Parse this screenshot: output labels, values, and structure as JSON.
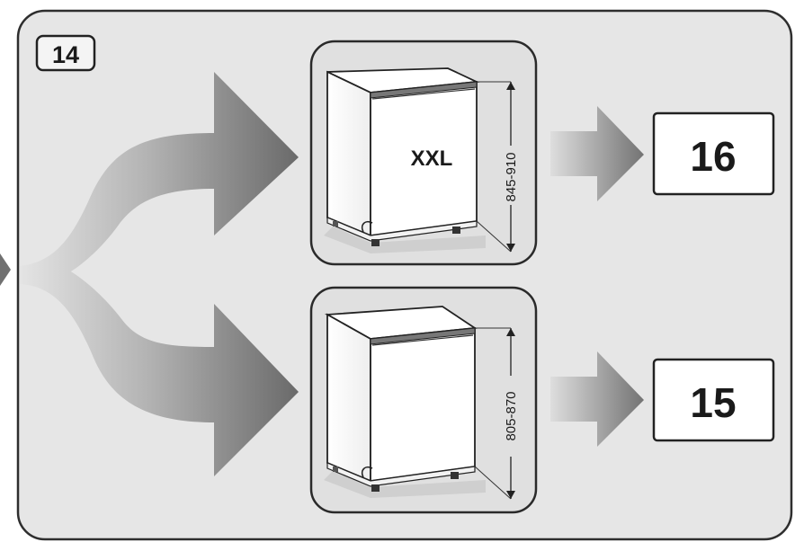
{
  "step": "14",
  "upper": {
    "badge": "XXL",
    "height_range": "845-910",
    "next_step": "16"
  },
  "lower": {
    "height_range": "805-870",
    "next_step": "15"
  },
  "colors": {
    "panel": "#e6e6e6",
    "outline": "#333333",
    "arrow_light": "#dcdcdc",
    "arrow_dark": "#6e6e6e"
  }
}
